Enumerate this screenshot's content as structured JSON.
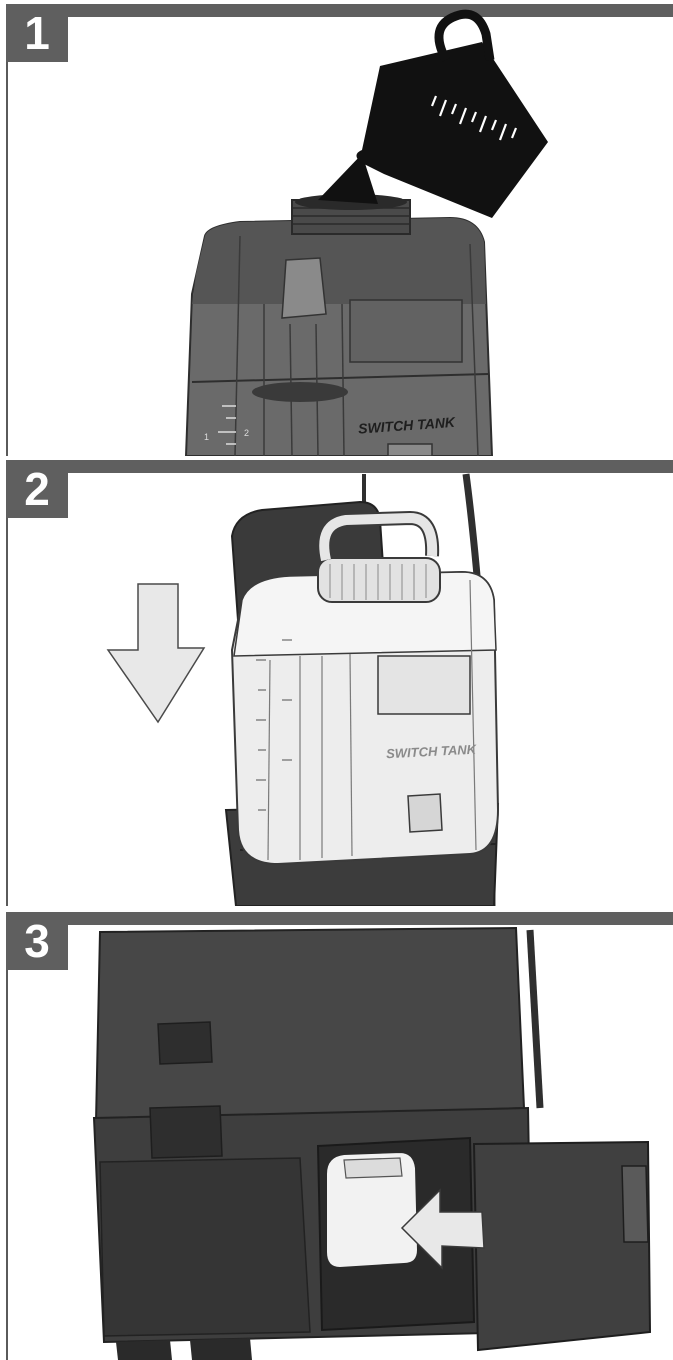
{
  "steps": [
    {
      "number": "1",
      "tank_label": "SWITCH TANK",
      "scale_marks": [
        "1",
        "2"
      ]
    },
    {
      "number": "2",
      "tank_label": "SWITCH TANK"
    },
    {
      "number": "3"
    }
  ],
  "colors": {
    "bar": "#5f5f5f",
    "body_dark": "#3c3c3c",
    "tank_light": "#ececec",
    "arrow": "#e6e6e6"
  }
}
